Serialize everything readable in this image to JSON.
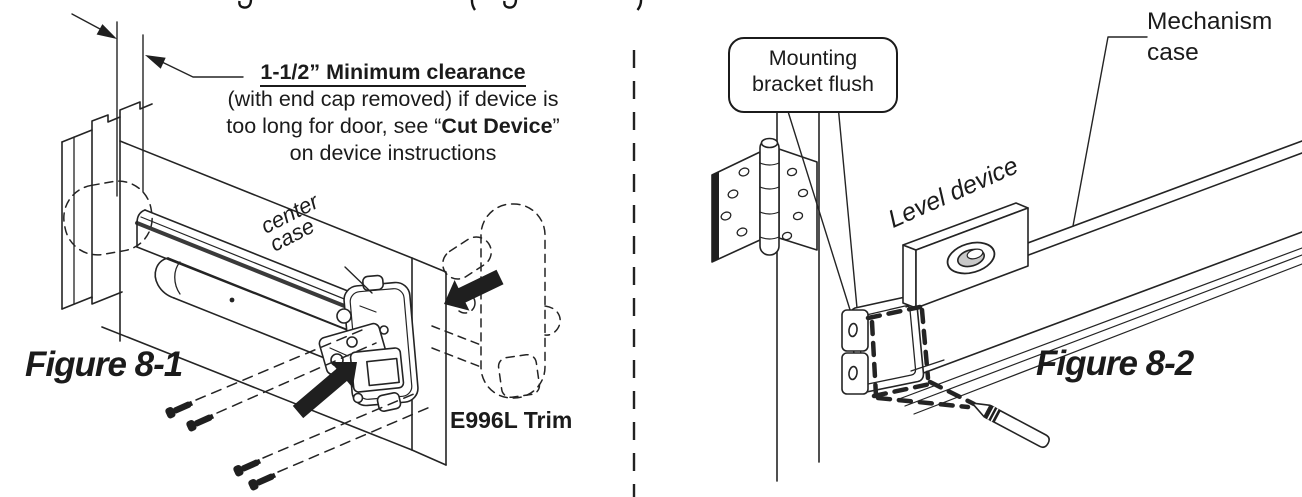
{
  "page": {
    "background": "#ffffff",
    "ink": "#222222",
    "accent_dark_stripe": "#3a3a3a",
    "bubble_gray": "#c9c9c9"
  },
  "figure_8_1": {
    "caption": "Figure 8-1",
    "clearance_note": {
      "heading": "1-1/2” Minimum clearance",
      "line2": "(with end cap removed) if device is",
      "line3_prefix": "too long for door, see “",
      "line3_emphasis": "Cut Device",
      "line3_suffix": "”",
      "line4": "on device instructions"
    },
    "center_case_label": {
      "line1": "center",
      "line2": "case"
    },
    "trim_label": "E996L Trim"
  },
  "figure_8_2": {
    "caption": "Figure 8-2",
    "mounting_bracket_callout": {
      "line1": "Mounting",
      "line2": "bracket flush"
    },
    "level_device_label": "Level device",
    "mechanism_case_label": {
      "line1": "Mechanism",
      "line2": "case"
    }
  }
}
